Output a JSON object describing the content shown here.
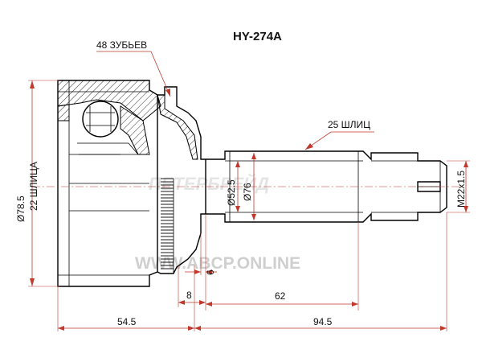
{
  "part_number": "HY-274A",
  "watermarks": {
    "brand": "ПЕТЕРБРЕЙД",
    "site": "WWW.ABCP.ONLINE"
  },
  "callouts": {
    "teeth": "48 ЗУБЬЕВ",
    "outer_splines": "25 ШЛИЦ"
  },
  "dimensions": {
    "outer_diameter": "Ø78.5",
    "inner_splines": "22 ШЛИЦА",
    "d1": "Ø52.5",
    "d2": "Ø76",
    "thread": "M22x1.5",
    "small": "6",
    "step": "8",
    "shaft_length": "62",
    "housing_length": "54.5",
    "total_right": "94.5"
  },
  "colors": {
    "outline": "#000000",
    "dimension": "#c0392b"
  }
}
